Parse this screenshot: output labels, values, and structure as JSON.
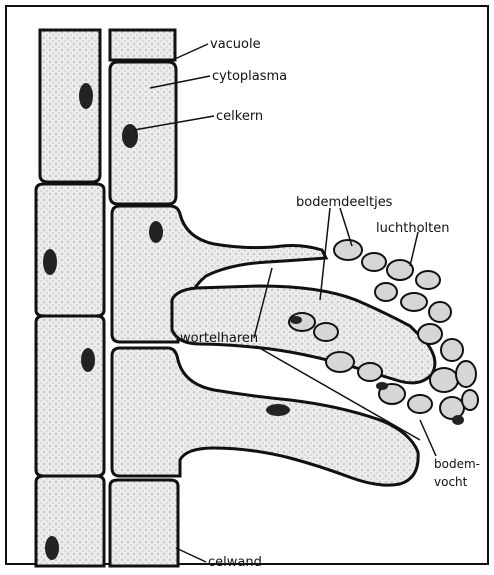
{
  "labels": {
    "vacuole": "vacuole",
    "cytoplasm": "cytoplasma",
    "nucleus": "celkern",
    "soil_particles": "bodemdeeltjes",
    "soil_air": "luchtholten",
    "root_hairs": "wortelharen",
    "soil_water": "bodem-",
    "soil_water_2": "vocht",
    "cell_wall": "celwand"
  },
  "colors": {
    "ink": "#111111",
    "paper": "#ffffff",
    "cell_fill": "#e9e9e9",
    "particle_fill": "#cfcfcf"
  }
}
